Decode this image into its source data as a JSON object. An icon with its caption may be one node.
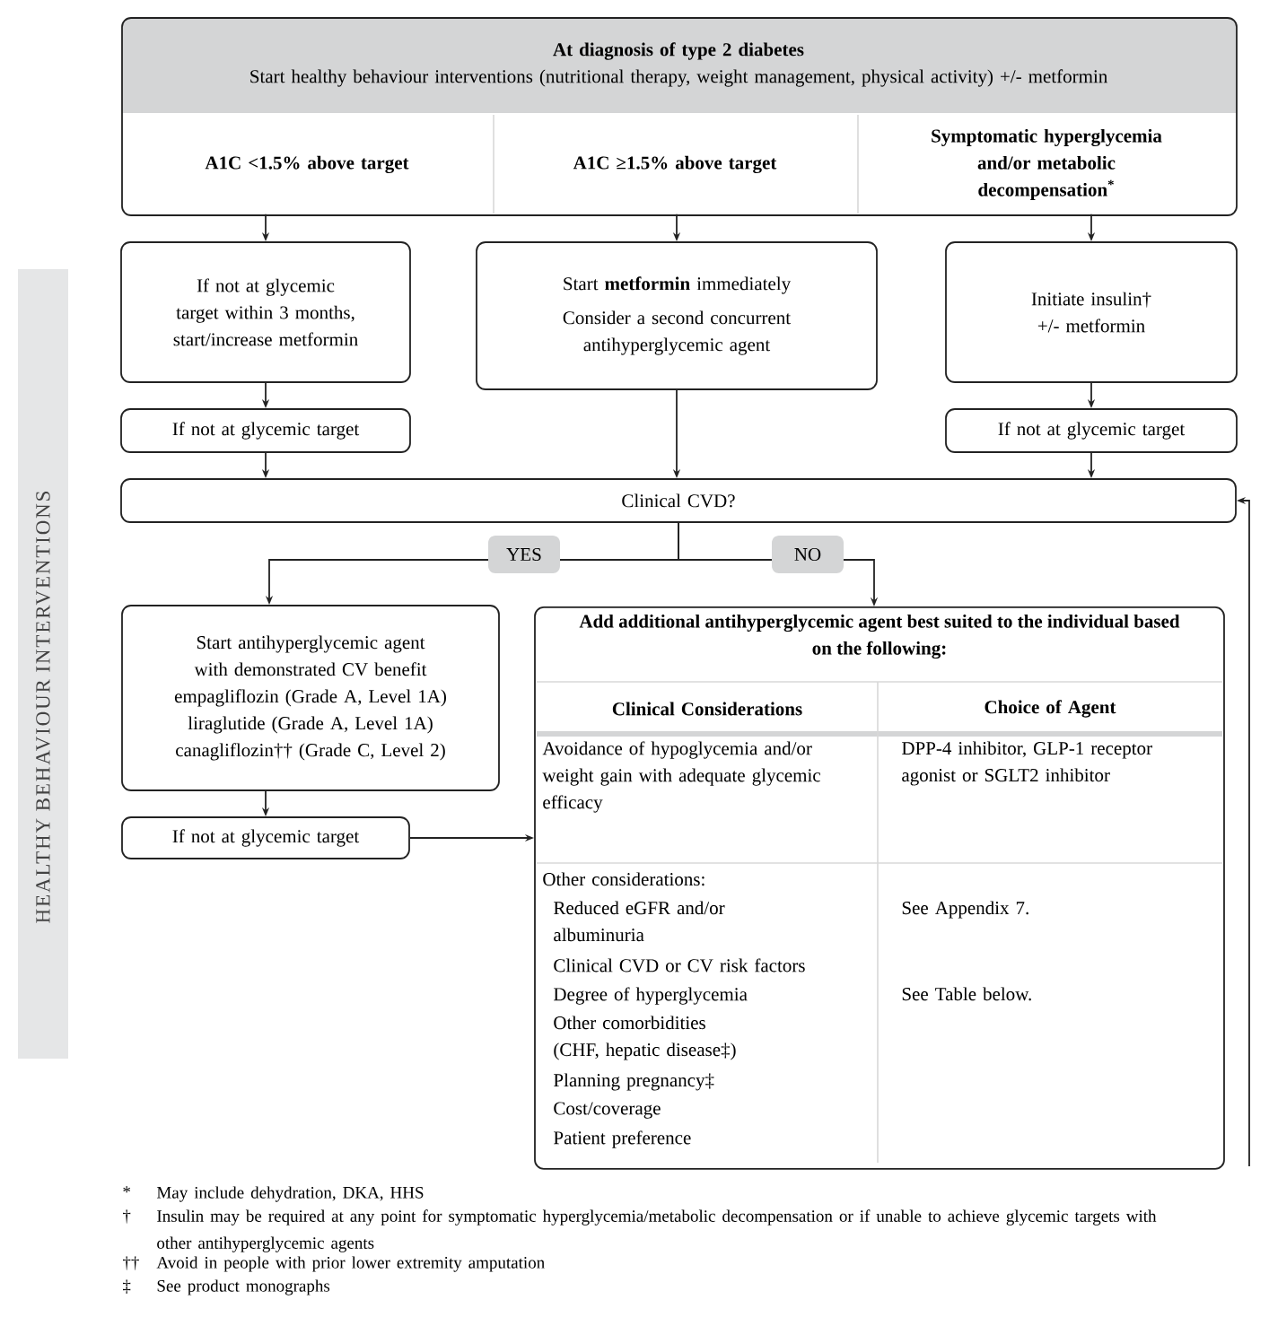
{
  "diagram": {
    "nodes": [
      {
        "text": [
          "At diagnosis of type 2 diabetes",
          "Start healthy behaviour interventions (nutritional therapy, weight management, physical activity) +/- metformin"
        ]
      },
      {
        "text": [
          "A1C <1.5% above target"
        ],
        "in": 0
      },
      {
        "text": [
          "A1C ≥1.5% above target"
        ],
        "in": 0
      },
      {
        "text": [
          "Symptomatic hyperglycemia and/or metabolic decompensation$^{*}$"
        ],
        "in": 0
      },
      {
        "text": [
          "If not at glycemic target within 3 months, start/increase metformin"
        ]
      },
      {
        "text": [
          "Start **metformin** immediately",
          "Consider a second concurrent antihyperglycemic agent"
        ]
      },
      {
        "text": [
          "Initiate insulin† +/- metformin"
        ]
      },
      {
        "text": [
          "If not at glycemic target"
        ]
      },
      {
        "text": [
          "If not at glycemic target"
        ]
      },
      {
        "text": [
          "Clinical CVD?"
        ]
      },
      {
        "text": [
          "Start antihyperglycemic agent with demonstrated CV benefit",
          "empagliflozin (Grade A, Level 1A)",
          "liraglutide (Grade A, Level 1A)",
          "canagliflozin†† (Grade C, Level 2)"
        ]
      },
      {
        "text": [
          "If not at glycemic target"
        ]
      },
      {
        "text": [
          "Add additional antihyperglycemic agent best suited to the individual based on the following:"
        ]
      }
    ],
    "edges": [
      {
        "from": 1,
        "to": 4,
        "arrow": "to"
      },
      {
        "from": 2,
        "to": 5,
        "arrow": "to"
      },
      {
        "from": 3,
        "to": 6,
        "arrow": "to"
      },
      {
        "from": 4,
        "to": 7,
        "arrow": "to"
      },
      {
        "from": 6,
        "to": 8,
        "arrow": "to"
      },
      {
        "from": 7,
        "to": 9,
        "arrow": "to"
      },
      {
        "from": 5,
        "to": 9,
        "arrow": "to"
      },
      {
        "from": 8,
        "to": 9,
        "arrow": "to"
      },
      {
        "from": 9,
        "to": 10,
        "arrow": "to",
        "label": "YES"
      },
      {
        "from": 9,
        "to": 12,
        "arrow": "to",
        "label": "NO"
      },
      {
        "from": 10,
        "to": 11,
        "arrow": "to"
      },
      {
        "from": 11,
        "to": 12,
        "arrow": "to"
      },
      {
        "from": null,
        "to": 9,
        "arrow": "to"
      }
    ],
    "labels": [
      "HEALTHY BEHAVIOUR INTERVENTIONS",
      "Clinical Considerations",
      "Choice of Agent",
      "Avoidance of hypoglycemia and/or weight gain with adequate glycemic efficacy",
      "DPP-4 inhibitor, GLP-1 receptor agonist or SGLT2 inhibitor",
      "Other considerations:",
      "Reduced eGFR and/or albuminuria",
      "See Appendix 7.",
      "Clinical CVD or CV risk factors",
      "Degree of hyperglycemia",
      "See Table below.",
      "Other comorbidities (CHF, hepatic disease‡)",
      "Planning pregnancy‡",
      "Cost/coverage",
      "Patient preference",
      "*",
      "May include dehydration, DKA, HHS",
      "†",
      "Insulin may be required at any point for symptomatic hyperglycemia/metabolic decompensation or if unable to achieve glycemic targets with other antihyperglycemic agents",
      "††",
      "Avoid in people with prior lower extremity amputation",
      "‡",
      "See product monographs"
    ]
  }
}
